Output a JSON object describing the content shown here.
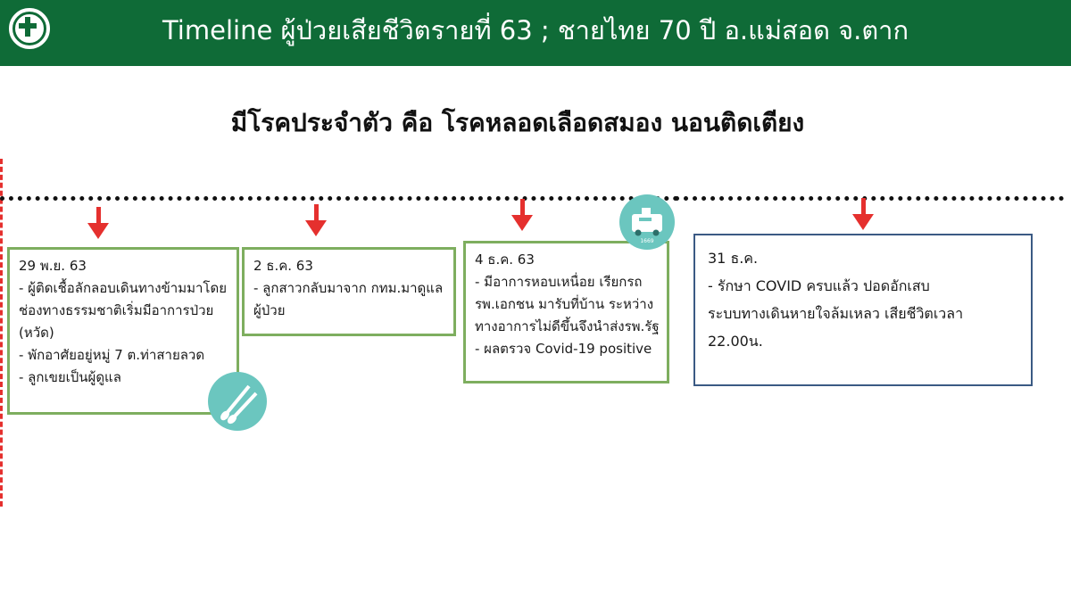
{
  "header": {
    "title": "Timeline ผู้ป่วยเสียชีวิตรายที่ 63 ; ชายไทย 70 ปี อ.แม่สอด จ.ตาก",
    "bg_color": "#0f6b37",
    "logo_icon": "ministry-of-public-health-logo"
  },
  "subtitle": "มีโรคประจำตัว คือ โรคหลอดเลือดสมอง นอนติดเตียง",
  "colors": {
    "arrow": "#e5302e",
    "card_border": "#7eae5f",
    "final_border": "#3b5a84",
    "badge": "#6bc6bf"
  },
  "events": [
    {
      "date": "29 พ.ย. 63",
      "lines": [
        "- ผู้ติดเชื้อลักลอบเดินทางข้ามมาโดย",
        "ช่องทางธรรมชาติเริ่มมีอาการป่วย",
        "(หวัด)",
        "- พักอาศัยอยู่หมู่ 7 ต.ท่าสายลวด",
        "- ลูกเขยเป็นผู้ดูแล"
      ],
      "icon": "nasal-swab-icon"
    },
    {
      "date": "2 ธ.ค. 63",
      "lines": [
        "- ลูกสาวกลับมาจาก กทม.มาดูแล",
        "ผู้ป่วย"
      ]
    },
    {
      "date": "4 ธ.ค. 63",
      "lines": [
        "- มีอาการหอบเหนื่อย เรียกรถ",
        "รพ.เอกชน มารับที่บ้าน ระหว่าง",
        "ทางอาการไม่ดีขึ้นจึงนำส่งรพ.รัฐ",
        "- ผลตรวจ Covid-19 positive"
      ],
      "icon": "ambulance-icon",
      "ambulance_label": "1669"
    },
    {
      "date": "31 ธ.ค.",
      "lines": [
        " - รักษา COVID ครบแล้ว ปอดอักเสบ",
        "ระบบทางเดินหายใจล้มเหลว เสียชีวิตเวลา",
        "22.00น."
      ]
    }
  ]
}
